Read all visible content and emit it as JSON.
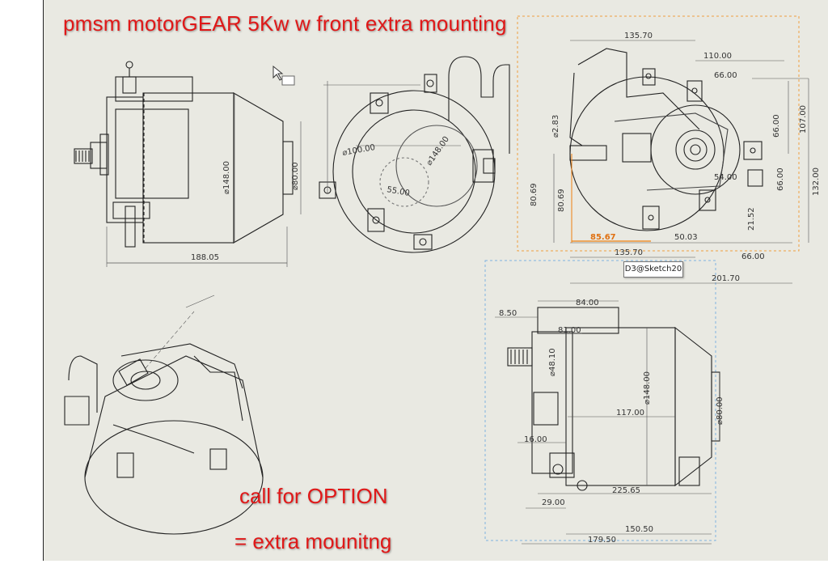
{
  "title": "pmsm motorGEAR 5Kw w front extra mounting",
  "notes": {
    "line1": "call for OPTION",
    "line2": "= extra mounitng"
  },
  "sketch_tag": "D3@Sketch20",
  "colors": {
    "title": "#e01818",
    "sheet": "#e9e9e2",
    "line": "#222222",
    "orange_box": "#f0a040",
    "blue_box": "#7fb2e0",
    "highlight_dim": "#f08010"
  },
  "side_view_dims": {
    "length": "188.05",
    "dia_148": "⌀148.00",
    "dia_80": "⌀80.00"
  },
  "front_view_dims": {
    "dia_100": "⌀100.00",
    "dia_148": "⌀148.00",
    "small": "55.00"
  },
  "right_view_dims": {
    "top_135": "135.70",
    "d110": "110.00",
    "d66a": "66.00",
    "d283": "⌀2.83",
    "d107": "107.00",
    "d66b": "66.00",
    "d66c": "66.00",
    "d54": "54.00",
    "d132": "132.00",
    "d8069a": "80.69",
    "d8069b": "80.69",
    "d8567": "85.67",
    "d5003": "50.03",
    "d2152": "21.52",
    "bot_135": "135.70",
    "d66d": "66.00",
    "d2017": "201.70"
  },
  "lower_view_dims": {
    "d84": "84.00",
    "d850": "8.50",
    "d81": "81.00",
    "d48": "⌀48.10",
    "d148": "⌀148.00",
    "d117": "117.00",
    "d80": "⌀80.00",
    "d16": "16.00",
    "d225": "225.65",
    "d29": "29.00",
    "d150": "150.50",
    "d179": "179.50"
  }
}
